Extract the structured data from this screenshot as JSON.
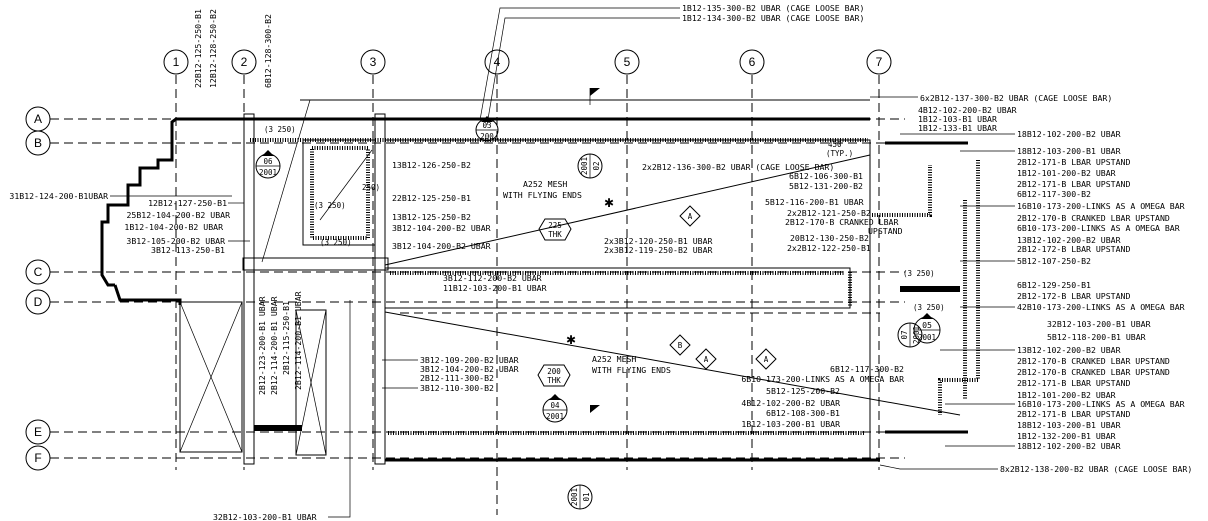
{
  "grid": {
    "columns": [
      "1",
      "2",
      "3",
      "4",
      "5",
      "6",
      "7"
    ],
    "rows": [
      "A",
      "B",
      "C",
      "D",
      "E",
      "F"
    ]
  },
  "top_labels": [
    "1B12-135-300-B2 UBAR (CAGE LOOSE BAR)",
    "1B12-134-300-B2 UBAR (CAGE LOOSE BAR)"
  ],
  "vertical_top_labels": [
    "22B12-125-250-B1",
    "12B12-128-250-B2",
    "6B12-128-300-B2"
  ],
  "left_labels": [
    "31B12-124-200-B1UBAR",
    "12B12-127-250-B1",
    "25B12-104-200-B2 UBAR",
    "1B12-104-200-B2 UBAR",
    "3B12-105-200-B2 UBAR",
    "3B12-113-250-B1"
  ],
  "core_labels": [
    "13B12-126-250-B2",
    "22B12-125-250-B1",
    "13B12-125-250-B2",
    "3B12-104-200-B2 UBAR",
    "3B12-104-200-B2 UBAR",
    "3B12-112-200-B2 UBAR",
    "11B12-103-200-B1 UBAR"
  ],
  "vertical_left_labels": [
    "2B12-123-200-B1 UBAR",
    "2B12-114-200-B1 UBAR",
    "2B12-115-250-B1",
    "2B12-114-200-B1 UBAR"
  ],
  "lower_core_labels": [
    "3B12-109-200-B2 UBAR",
    "3B12-104-200-B2 UBAR",
    "2B12-111-300-B2",
    "3B12-110-300-B2"
  ],
  "mid_labels": {
    "cage_136": "2x2B12-136-300-B2 UBAR (CAGE LOOSE BAR)",
    "b106": "6B12-106-300-B1",
    "b131": "5B12-131-200-B2",
    "b116": "5B12-116-200-B1 UBAR",
    "b121": "2x2B12-121-250-B2",
    "b170": "2B12-170-B CRANKED LBAR",
    "upstand": "UPSTAND",
    "b130": "20B12-130-250-B2",
    "b122": "2x2B12-122-250-B1",
    "b120": "2x3B12-120-250-B1 UBAR",
    "b119": "2x3B12-119-250-B2 UBAR",
    "typ_dim": "450",
    "typ": "(TYP.)"
  },
  "mesh_notes": [
    {
      "line1": "A252 MESH",
      "line2": "WITH FLYING ENDS"
    },
    {
      "line1": "A252 MESH",
      "line2": "WITH FLYING ENDS"
    }
  ],
  "thickness_tags": [
    {
      "value": "225",
      "unit": "THK"
    },
    {
      "value": "200",
      "unit": "THK"
    }
  ],
  "lower_mid_labels": [
    "6B12-117-300-B2",
    "6B10-173-200-LINKS AS A OMEGA BAR",
    "5B12-125-200-B2",
    "4B12-102-200-B2 UBAR",
    "6B12-108-300-B1",
    "1B12-103-200-B1 UBAR"
  ],
  "right_top_labels": [
    "6x2B12-137-300-B2 UBAR (CAGE LOOSE BAR)",
    "4B12-102-200-B2 UBAR",
    "1B12-103-B1 UBAR",
    "1B12-133-B1 UBAR"
  ],
  "right_labels": [
    "18B12-102-200-B2 UBAR",
    "18B12-103-200-B1 UBAR",
    "2B12-171-B LBAR UPSTAND",
    "1B12-101-200-B2 UBAR",
    "2B12-171-B LBAR UPSTAND",
    "6B12-117-300-B2",
    "16B10-173-200-LINKS AS A OMEGA BAR",
    "2B12-170-B  CRANKED LBAR UPSTAND",
    "6B10-173-200-LINKS AS A OMEGA BAR",
    "13B12-102-200-B2 UBAR",
    "2B12-172-B LBAR UPSTAND",
    "5B12-107-250-B2",
    "6B12-129-250-B1",
    "2B12-172-B LBAR UPSTAND",
    "42B10-173-200-LINKS AS A OMEGA BAR",
    "32B12-103-200-B1 UBAR",
    "5B12-118-200-B1 UBAR",
    "13B12-102-200-B2 UBAR",
    "2B12-170-B  CRANKED LBAR UPSTAND",
    "2B12-170-B  CRANKED LBAR UPSTAND",
    "2B12-171-B LBAR UPSTAND",
    "1B12-101-200-B2 UBAR",
    "16B10-173-200-LINKS AS A OMEGA BAR",
    "2B12-171-B LBAR UPSTAND",
    "18B12-103-200-B1 UBAR",
    "1B12-132-200-B1 UBAR",
    "18B12-102-200-B2 UBAR"
  ],
  "bottom_labels": [
    "8x2B12-138-200-B2 UBAR (CAGE LOOSE BAR)",
    "32B12-103-200-B1 UBAR"
  ],
  "section_marks": [
    {
      "num": "06",
      "sheet": "2001"
    },
    {
      "num": "02",
      "sheet": "2001"
    },
    {
      "num": "03",
      "sheet": "200"
    },
    {
      "num": "04",
      "sheet": "2001"
    },
    {
      "num": "01",
      "sheet": "2001"
    },
    {
      "num": "05",
      "sheet": "2001"
    },
    {
      "num": "07",
      "sheet": "2001"
    }
  ],
  "spacing_notes": [
    "(3 250)",
    "250)",
    "(3 250)",
    "(3 250)",
    "(3 250)",
    "(3 250)"
  ],
  "zone_tags": [
    "A",
    "A",
    "A",
    "B"
  ]
}
